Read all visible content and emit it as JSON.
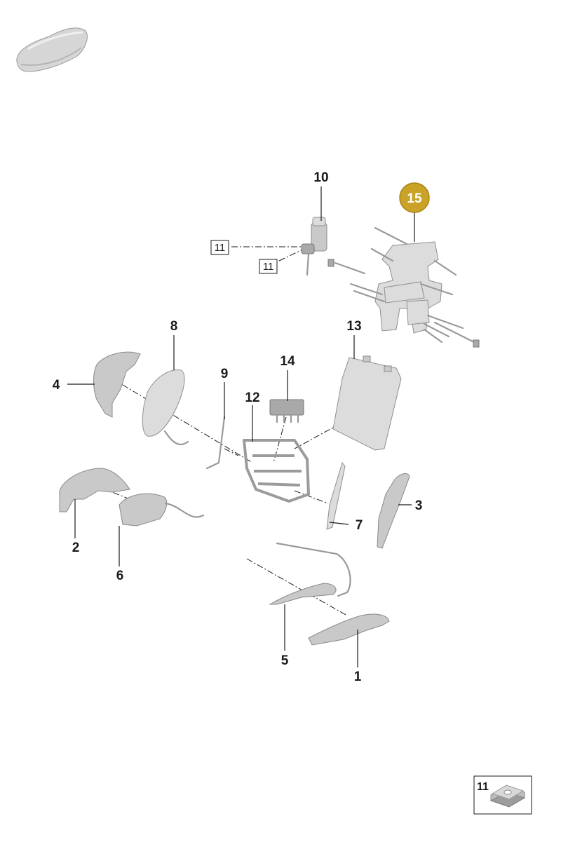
{
  "diagram": {
    "callouts": {
      "p1": "1",
      "p2": "2",
      "p3": "3",
      "p4": "4",
      "p5": "5",
      "p6": "6",
      "p7": "7",
      "p8": "8",
      "p9": "9",
      "p10": "10",
      "p11a": "11",
      "p11b": "11",
      "p12": "12",
      "p13": "13",
      "p14": "14",
      "p15": "15"
    },
    "detail_box_label": "11",
    "colors": {
      "highlight_badge": "#c9a227",
      "part_fill": "#c9c9c9",
      "line": "#1a1a1a"
    }
  }
}
